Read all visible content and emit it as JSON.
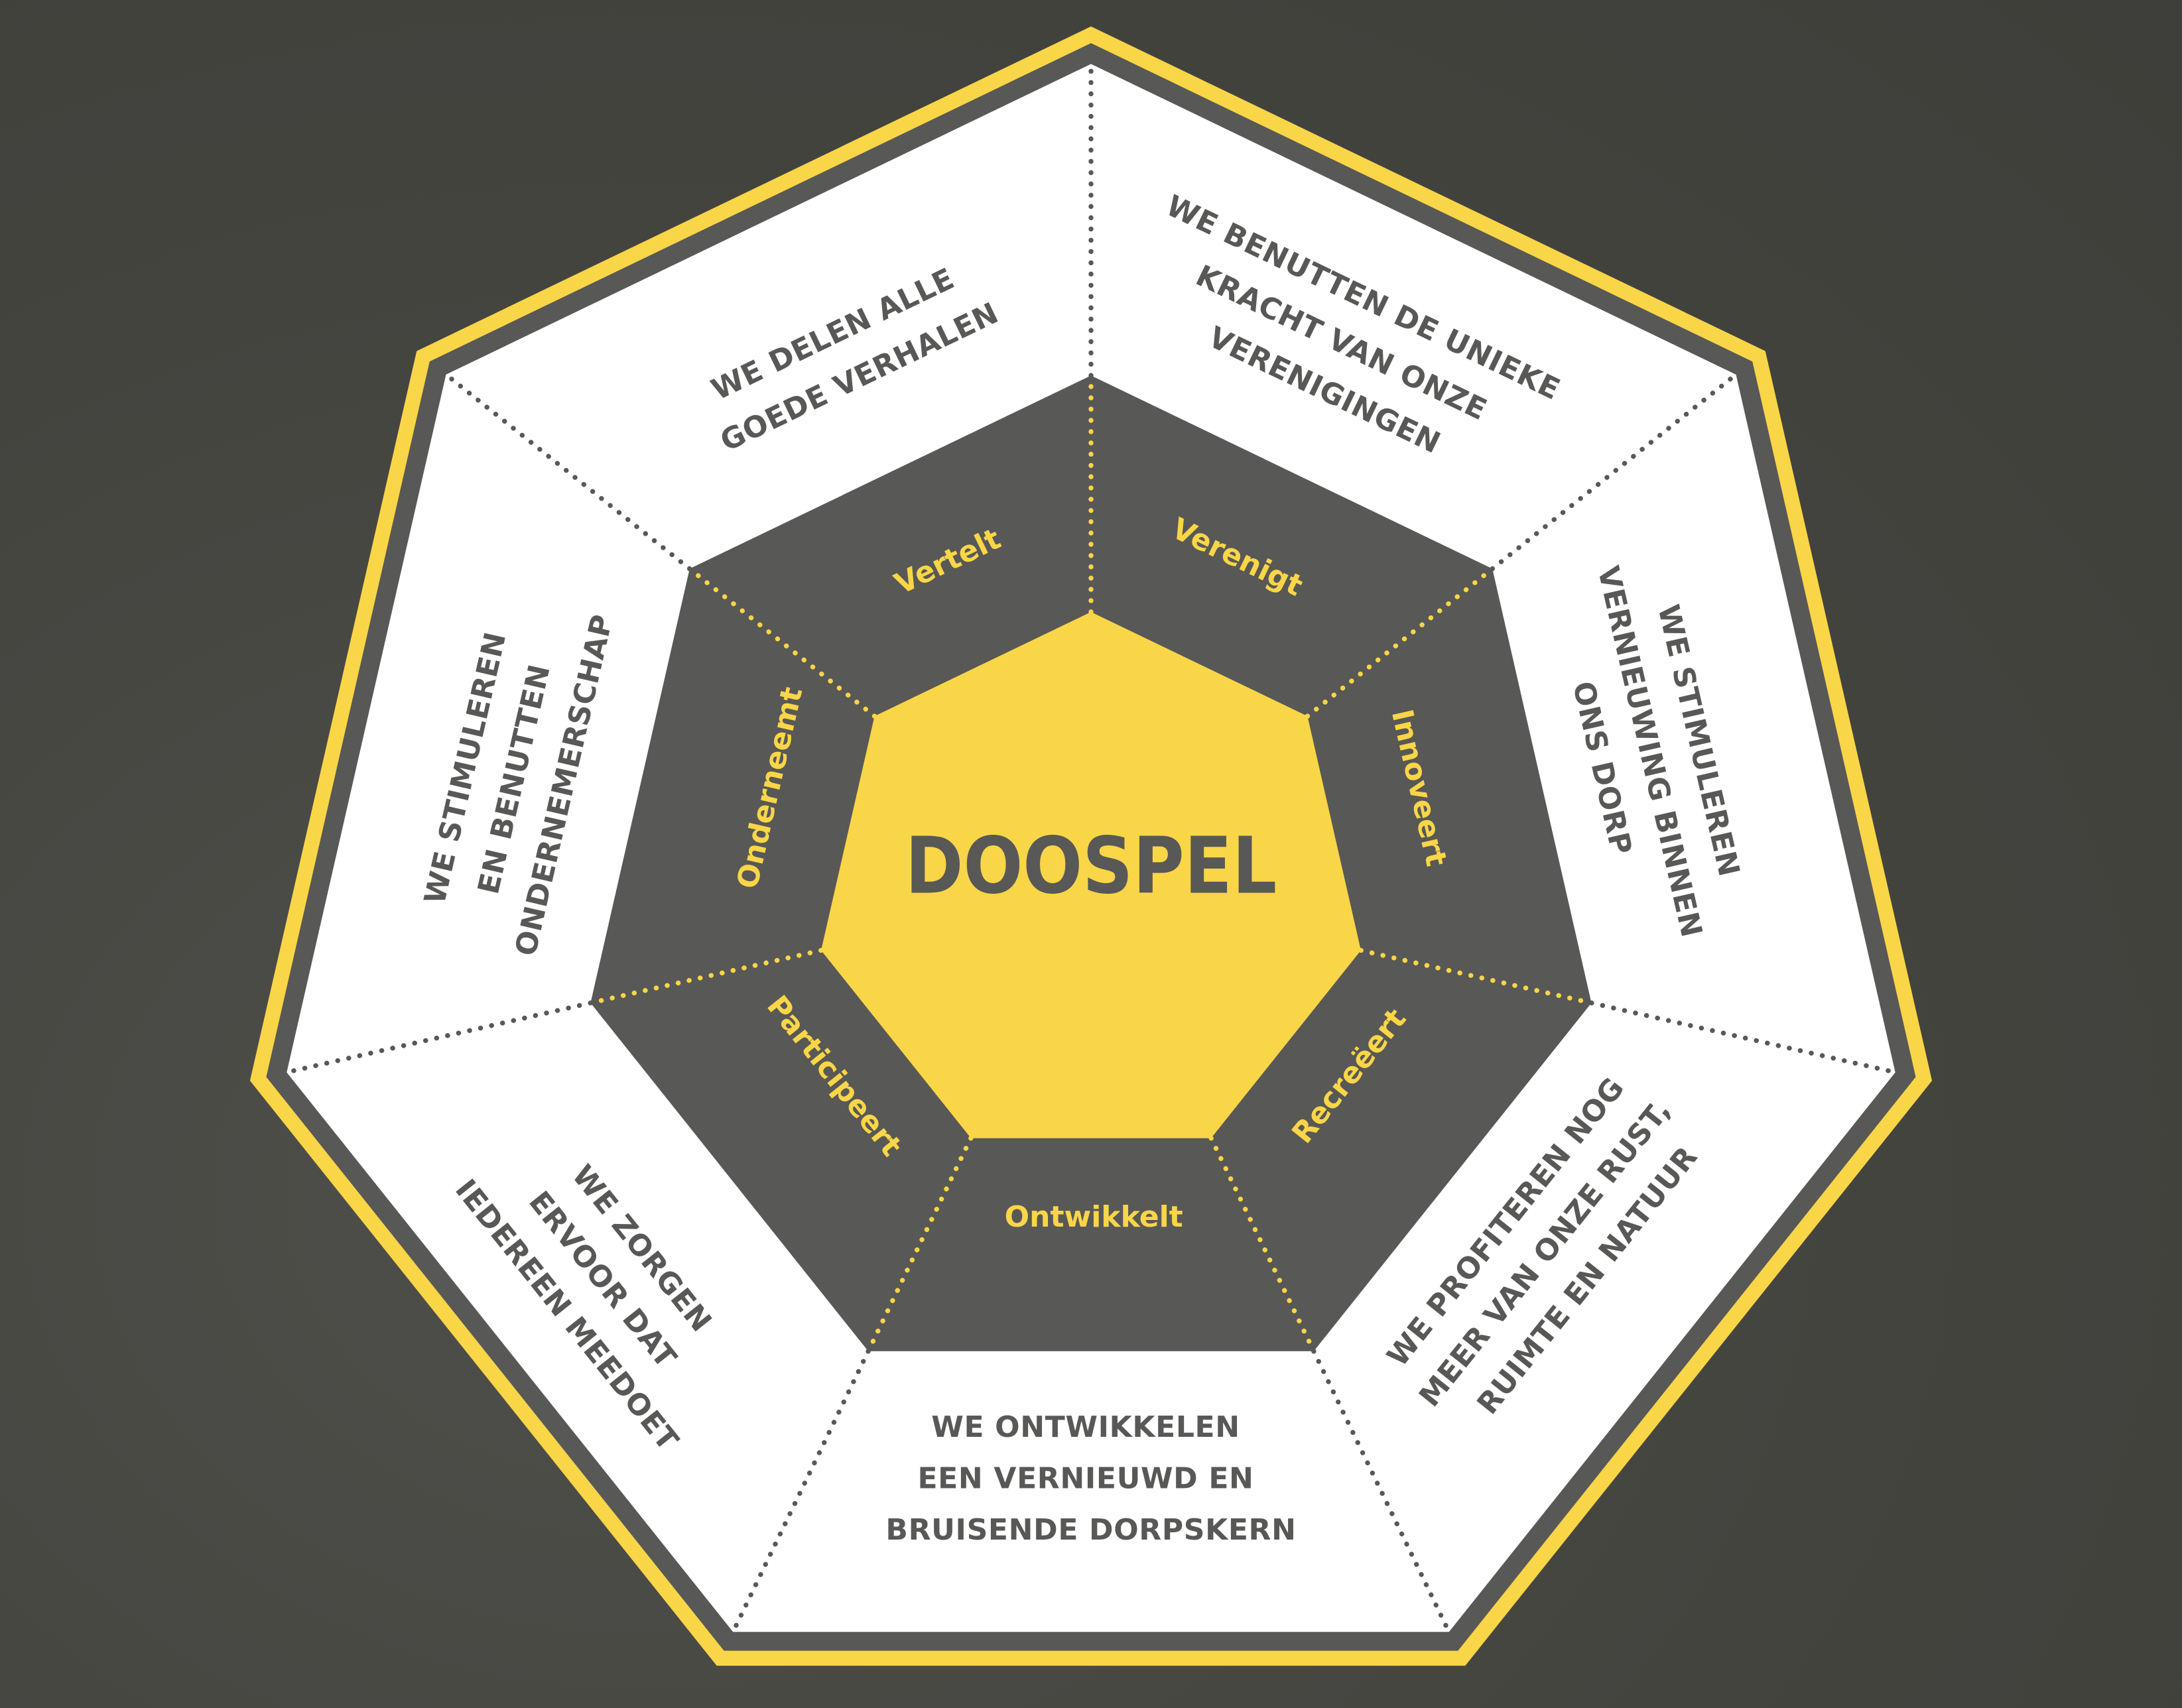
{
  "colors": {
    "yellow": "#f9d648",
    "dark": "#585856",
    "white": "#ffffff",
    "background": "#464643",
    "outer_dots": "#585856"
  },
  "center": {
    "title": "DOOSPEL"
  },
  "inner_labels": [
    "Verenigt",
    "Innoveert",
    "Recreëert",
    "Ontwikkelt",
    "Participeert",
    "Onderneemt",
    "Vertelt"
  ],
  "outer_statements": [
    {
      "lines": [
        "WE BENUTTEN DE UNIEKE",
        "KRACHT VAN ONZE",
        "VERENIGINGEN"
      ]
    },
    {
      "lines": [
        "WE STIMULEREN",
        "VERNIEUWING BINNEN",
        "ONS DORP"
      ]
    },
    {
      "lines": [
        "WE PROFITEREN NOG",
        "MEER VAN ONZE RUST,",
        "RUIMTE EN NATUUR"
      ]
    },
    {
      "lines": [
        "WE ONTWIKKELEN",
        "EEN VERNIEUWD EN",
        "BRUISENDE DORPSKERN"
      ]
    },
    {
      "lines": [
        "WE ZORGEN",
        "ERVOOR DAT",
        "IEDEREEN MEEDOET"
      ]
    },
    {
      "lines": [
        "WE STIMULEREN",
        "EN BENUTTEN",
        "ONDERNEMERSCHAP"
      ]
    },
    {
      "lines": [
        "WE DELEN ALLE",
        "GOEDE VERHALEN"
      ]
    }
  ]
}
